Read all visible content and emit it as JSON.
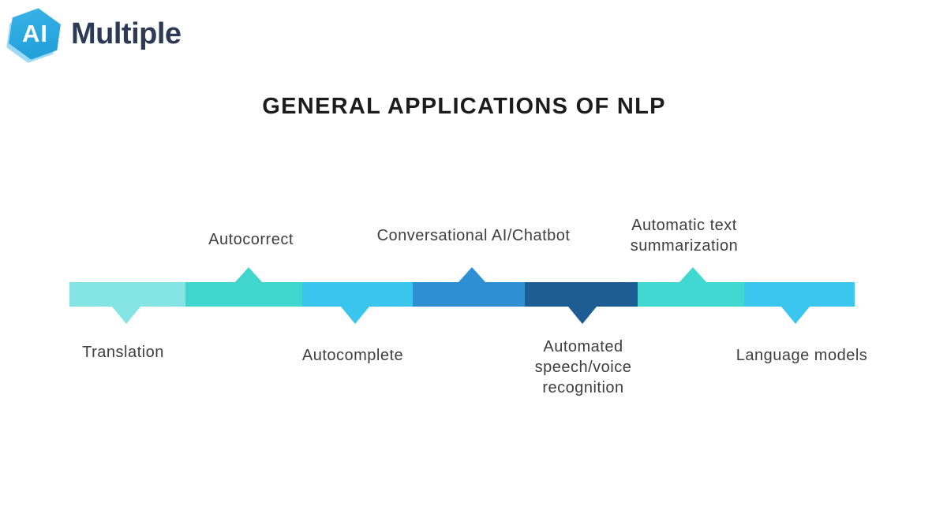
{
  "logo": {
    "hexagon_label": "AI",
    "brand_name": "Multiple",
    "hexagon_color": "#2AA9E1",
    "hexagon_shadow_color": "#79CDF1",
    "brand_color": "#2C3A56"
  },
  "title": {
    "text": "GENERAL APPLICATIONS OF NLP",
    "color": "#1C1C1C"
  },
  "timeline": {
    "type": "segmented-horizontal-bar",
    "segments": [
      {
        "name": "translation",
        "label": "Translation",
        "color": "#85E4E4",
        "label_position": "below"
      },
      {
        "name": "autocorrect",
        "label": "Autocorrect",
        "color": "#40D6CE",
        "label_position": "above"
      },
      {
        "name": "autocomplete",
        "label": "Autocomplete",
        "color": "#39C5ED",
        "label_position": "below"
      },
      {
        "name": "conversational-ai-chatbot",
        "label": "Conversational AI/Chatbot",
        "color": "#2E8FD2",
        "label_position": "above"
      },
      {
        "name": "automated-speech-voice-recognition",
        "label": "Automated\nspeech/voice\nrecognition",
        "color": "#1E5C94",
        "label_position": "below"
      },
      {
        "name": "automatic-text-summarization",
        "label": "Automatic text\nsummarization",
        "color": "#42D8D2",
        "label_position": "above"
      },
      {
        "name": "language-models",
        "label": "Language models",
        "color": "#3AC6EF",
        "label_position": "below"
      }
    ]
  }
}
